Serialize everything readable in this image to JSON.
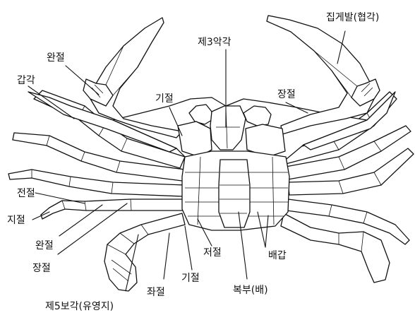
{
  "labels": {
    "claw_leg": "집게발(협각)",
    "carpus_top": "완절",
    "third_maxilliped": "제3악각",
    "carapace_angle": "갑각",
    "coxa_top": "기절",
    "merus_right": "장절",
    "propodus": "전절",
    "dactylus": "지절",
    "carpus_bottom": "완절",
    "merus_bottom": "장절",
    "fifth_leg": "제5보각(유영지)",
    "ischium": "좌절",
    "coxa_bottom": "기절",
    "basis": "저절",
    "sternum_plates": "배갑",
    "abdomen": "복부(배)"
  }
}
